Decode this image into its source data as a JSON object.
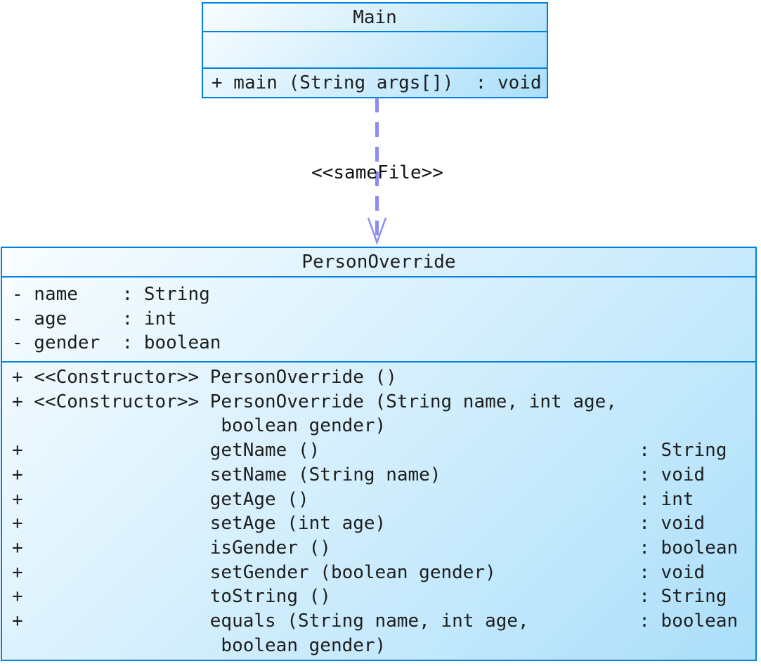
{
  "colors": {
    "border_blue": "#0080e0",
    "gradient_start": "#f9fdff",
    "gradient_end": "#abdffa",
    "arrow_purple": "#8d8df1",
    "text_ink": "#1e1e1e",
    "canvas_background": "#ffffff"
  },
  "main_class": {
    "name": "Main",
    "attribute_lines": [],
    "method_lines": [
      "+ main (String args[])  : void"
    ]
  },
  "dependency": {
    "label": "<<sameFile>>",
    "style": "dashed-open-arrow"
  },
  "person_class": {
    "name": "PersonOverride",
    "attribute_lines": [
      "- name    : String",
      "- age     : int",
      "- gender  : boolean"
    ],
    "method_lines": [
      "+ <<Constructor>> PersonOverride ()",
      "+ <<Constructor>> PersonOverride (String name, int age,",
      "                   boolean gender)",
      "+                 getName ()                             : String",
      "+                 setName (String name)                  : void",
      "+                 getAge ()                              : int",
      "+                 setAge (int age)                       : void",
      "+                 isGender ()                            : boolean",
      "+                 setGender (boolean gender)             : void",
      "+                 toString ()                            : String",
      "+                 equals (String name, int age,          : boolean",
      "                   boolean gender)"
    ]
  }
}
